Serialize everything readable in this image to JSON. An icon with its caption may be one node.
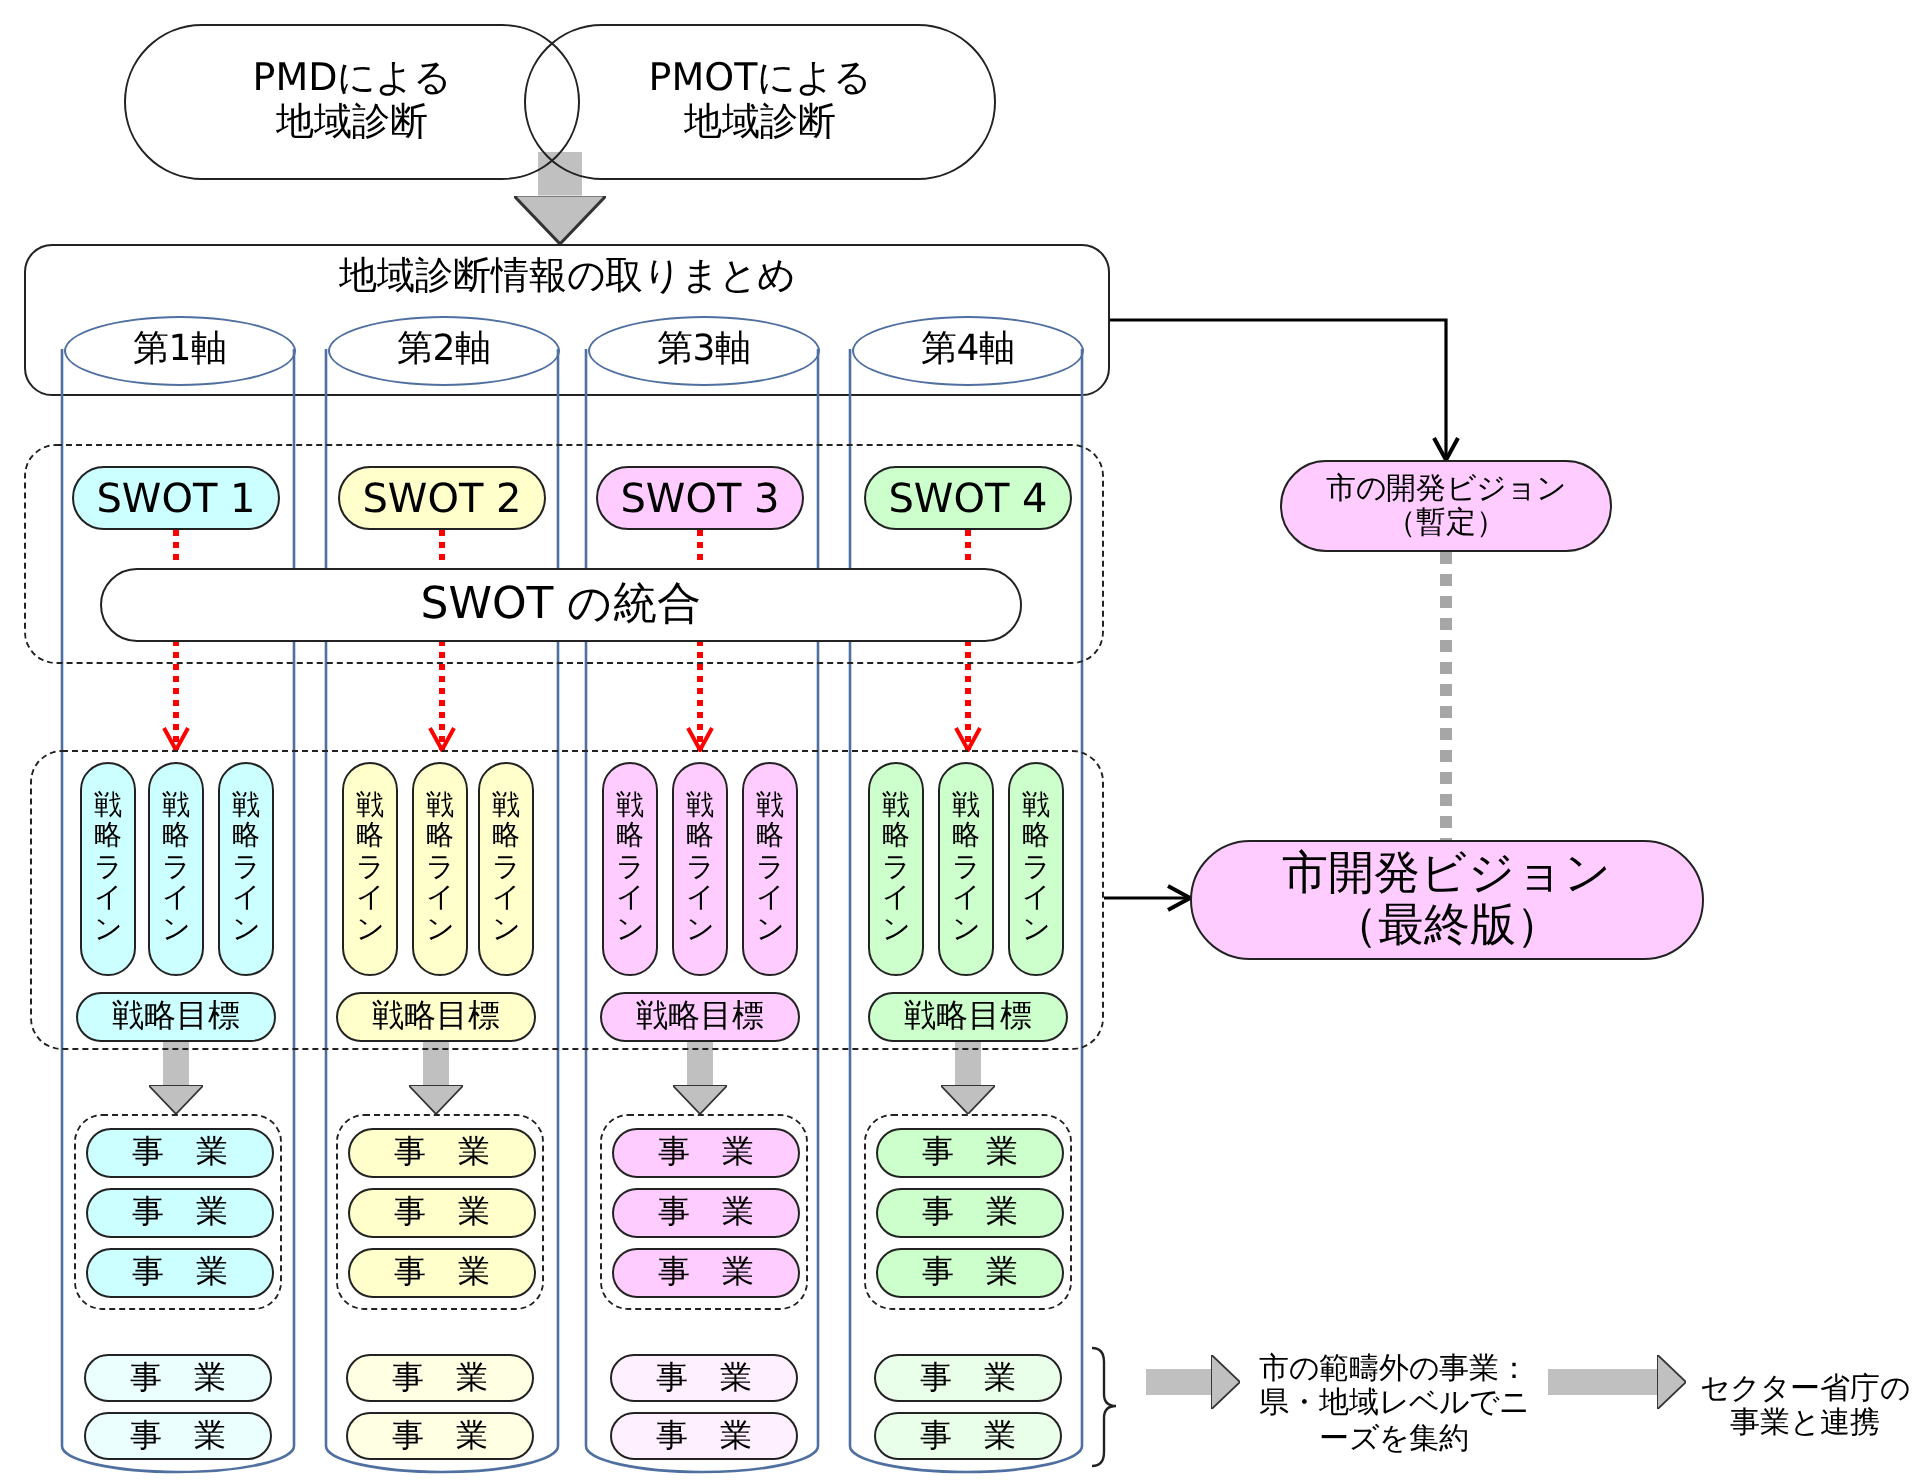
{
  "diagram": {
    "nodes": [
      {
        "text": [
          "PMDによる地域診断"
        ]
      },
      {
        "text": [
          "PMOTによる地域診断"
        ]
      },
      {
        "text": [
          "地域診断情報の取りまとめ"
        ]
      },
      {
        "text": [],
        "shape": "cylinder"
      },
      {
        "text": [],
        "shape": "cylinder"
      },
      {
        "text": [],
        "shape": "cylinder"
      },
      {
        "text": [],
        "shape": "cylinder"
      },
      {
        "text": [
          "第1軸"
        ],
        "in": 2
      },
      {
        "text": [
          "第2軸"
        ],
        "in": 2
      },
      {
        "text": [
          "第3軸"
        ],
        "in": 2
      },
      {
        "text": [
          "第4軸"
        ],
        "in": 2
      },
      {
        "text": [],
        "shape": "box"
      },
      {
        "text": [
          "SWOT 1"
        ]
      },
      {
        "text": [
          "SWOT 2"
        ]
      },
      {
        "text": [
          "SWOT 3"
        ]
      },
      {
        "text": [
          "SWOT 4"
        ]
      },
      {
        "text": [
          "SWOT の統合"
        ],
        "in": 11
      },
      {
        "text": [],
        "shape": "box"
      },
      {
        "text": [
          "戦略ライン"
        ]
      },
      {
        "text": [
          "戦略ライン"
        ]
      },
      {
        "text": [
          "戦略ライン"
        ]
      },
      {
        "text": [
          "戦略ライン"
        ]
      },
      {
        "text": [
          "戦略ライン"
        ]
      },
      {
        "text": [
          "戦略ライン"
        ]
      },
      {
        "text": [
          "戦略ライン"
        ]
      },
      {
        "text": [
          "戦略ライン"
        ]
      },
      {
        "text": [
          "戦略ライン"
        ]
      },
      {
        "text": [
          "戦略ライン"
        ]
      },
      {
        "text": [
          "戦略ライン"
        ]
      },
      {
        "text": [
          "戦略ライン"
        ]
      },
      {
        "text": [
          "戦略目標"
        ]
      },
      {
        "text": [
          "戦略目標"
        ]
      },
      {
        "text": [
          "戦略目標"
        ]
      },
      {
        "text": [
          "戦略目標"
        ]
      },
      {
        "text": [],
        "shape": "box",
        "in": 3
      },
      {
        "text": [],
        "shape": "box",
        "in": 4
      },
      {
        "text": [],
        "shape": "box",
        "in": 5
      },
      {
        "text": [],
        "shape": "box",
        "in": 6
      },
      {
        "text": [
          "事　業"
        ],
        "in": 34
      },
      {
        "text": [
          "事　業"
        ],
        "in": 34
      },
      {
        "text": [
          "事　業"
        ],
        "in": 34
      },
      {
        "text": [
          "事　業"
        ],
        "in": 35
      },
      {
        "text": [
          "事　業"
        ],
        "in": 35
      },
      {
        "text": [
          "事　業"
        ],
        "in": 35
      },
      {
        "text": [
          "事　業"
        ],
        "in": 36
      },
      {
        "text": [
          "事　業"
        ],
        "in": 36
      },
      {
        "text": [
          "事　業"
        ],
        "in": 36
      },
      {
        "text": [
          "事　業"
        ],
        "in": 37
      },
      {
        "text": [
          "事　業"
        ],
        "in": 37
      },
      {
        "text": [
          "事　業"
        ],
        "in": 37
      },
      {
        "text": [
          "事　業"
        ],
        "in": 3
      },
      {
        "text": [
          "事　業"
        ],
        "in": 3
      },
      {
        "text": [
          "事　業"
        ],
        "in": 4
      },
      {
        "text": [
          "事　業"
        ],
        "in": 4
      },
      {
        "text": [
          "事　業"
        ],
        "in": 5
      },
      {
        "text": [
          "事　業"
        ],
        "in": 5
      },
      {
        "text": [
          "事　業"
        ],
        "in": 6
      },
      {
        "text": [
          "事　業"
        ],
        "in": 6
      },
      {
        "text": [
          "市の開発ビジョン（暫定）"
        ]
      },
      {
        "text": [
          "市開発ビジョン（最終版）"
        ]
      },
      {
        "text": [
          "市の範疇外の事業：県・地域レベルでニーズを集約"
        ]
      },
      {
        "text": [
          "セクター省庁の事業と連携"
        ]
      }
    ],
    "edges": [
      {
        "from": 0,
        "to": 2,
        "arrow": "to",
        "style": "thick",
        "color": "#c0c0c0"
      },
      {
        "from": 1,
        "to": 2,
        "arrow": "to",
        "style": "thick",
        "color": "#c0c0c0"
      },
      {
        "from": 2,
        "to": 58,
        "arrow": "to",
        "color": "#000000"
      },
      {
        "from": 12,
        "to": 16,
        "arrow": "none",
        "style": "dashed",
        "color": "#ff0000"
      },
      {
        "from": 13,
        "to": 16,
        "arrow": "none",
        "style": "dashed",
        "color": "#ff0000"
      },
      {
        "from": 14,
        "to": 16,
        "arrow": "none",
        "style": "dashed",
        "color": "#ff0000"
      },
      {
        "from": 15,
        "to": 16,
        "arrow": "none",
        "style": "dashed",
        "color": "#ff0000"
      },
      {
        "from": 16,
        "to": 17,
        "arrow": "to",
        "style": "dashed",
        "color": "#ff0000"
      },
      {
        "from": 16,
        "to": 17,
        "arrow": "to",
        "style": "dashed",
        "color": "#ff0000"
      },
      {
        "from": 16,
        "to": 17,
        "arrow": "to",
        "style": "dashed",
        "color": "#ff0000"
      },
      {
        "from": 16,
        "to": 17,
        "arrow": "to",
        "style": "dashed",
        "color": "#ff0000"
      },
      {
        "from": 17,
        "to": 59,
        "arrow": "to",
        "color": "#000000"
      },
      {
        "from": 58,
        "to": 59,
        "arrow": "none",
        "style": "dashed",
        "color": "#a6a6a6"
      },
      {
        "from": 30,
        "to": 34,
        "arrow": "to",
        "style": "thick",
        "color": "#c0c0c0"
      },
      {
        "from": 31,
        "to": 35,
        "arrow": "to",
        "style": "thick",
        "color": "#c0c0c0"
      },
      {
        "from": 32,
        "to": 36,
        "arrow": "to",
        "style": "thick",
        "color": "#c0c0c0"
      },
      {
        "from": 33,
        "to": 37,
        "arrow": "to",
        "style": "thick",
        "color": "#c0c0c0"
      },
      {
        "from": null,
        "to": 60,
        "arrow": "to",
        "style": "thick",
        "color": "#c0c0c0"
      },
      {
        "from": 60,
        "to": 61,
        "arrow": "to",
        "style": "thick",
        "color": "#c0c0c0"
      }
    ]
  }
}
